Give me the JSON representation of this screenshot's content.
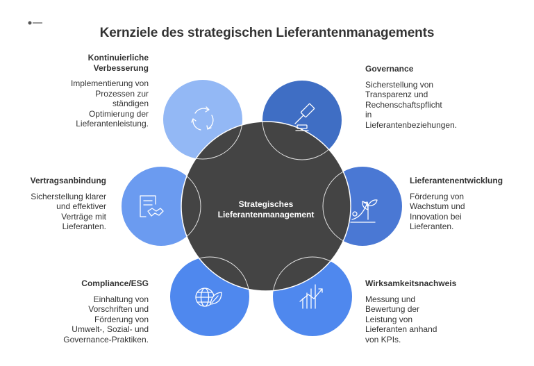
{
  "title": "Kernziele des strategischen Lieferantenmanagements",
  "center": {
    "line1": "Strategisches",
    "line2": "Lieferantenmanagement"
  },
  "colors": {
    "center": "#444444",
    "light": "#93b8f5",
    "medium": "#6b9bf0",
    "bright": "#4f88ee",
    "dark": "#3f6ec4",
    "steel": "#4a78d4"
  },
  "items": [
    {
      "id": "kontinuierliche-verbesserung",
      "title_line1": "Kontinuierliche",
      "title_line2": "Verbesserung",
      "desc": [
        "Implementierung von",
        "Prozessen zur",
        "ständigen",
        "Optimierung der",
        "Lieferantenleistung."
      ],
      "icon": "cycle-icon"
    },
    {
      "id": "governance",
      "title_line1": "Governance",
      "title_line2": "",
      "desc": [
        "Sicherstellung von",
        "Transparenz und",
        "Rechenschaftspflicht",
        "in",
        "Lieferantenbeziehungen."
      ],
      "icon": "gavel-icon"
    },
    {
      "id": "vertragsanbindung",
      "title_line1": "Vertragsanbindung",
      "title_line2": "",
      "desc": [
        "Sicherstellung klarer",
        "und effektiver",
        "Verträge mit",
        "Lieferanten."
      ],
      "icon": "contract-handshake-icon"
    },
    {
      "id": "lieferantenentwicklung",
      "title_line1": "Lieferantenentwicklung",
      "title_line2": "",
      "desc": [
        "Förderung von",
        "Wachstum und",
        "Innovation bei",
        "Lieferanten."
      ],
      "icon": "growth-sprout-icon"
    },
    {
      "id": "compliance-esg",
      "title_line1": "Compliance/ESG",
      "title_line2": "",
      "desc": [
        "Einhaltung von",
        "Vorschriften und",
        "Förderung von",
        "Umwelt-, Sozial- und",
        "Governance-Praktiken."
      ],
      "icon": "globe-leaf-icon"
    },
    {
      "id": "wirksamkeitsnachweis",
      "title_line1": "Wirksamkeitsnachweis",
      "title_line2": "",
      "desc": [
        "Messung und",
        "Bewertung der",
        "Leistung von",
        "Lieferanten anhand",
        "von KPIs."
      ],
      "icon": "bar-chart-trend-icon"
    }
  ]
}
